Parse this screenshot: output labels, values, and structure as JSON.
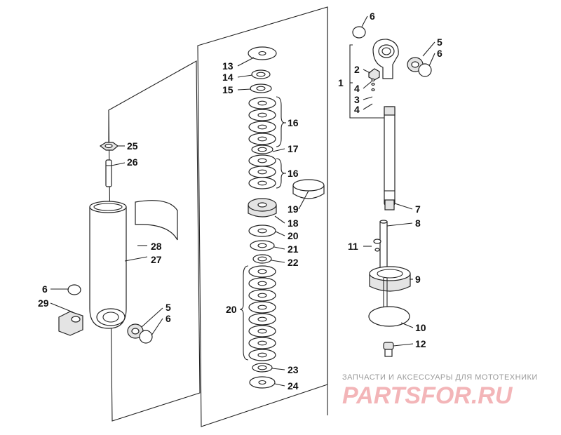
{
  "callouts": {
    "c1": "1",
    "c2": "2",
    "c3": "3",
    "c4a": "4",
    "c4b": "4",
    "c5a": "5",
    "c5b": "5",
    "c6a": "6",
    "c6b": "6",
    "c6c": "6",
    "c6d": "6",
    "c7": "7",
    "c8": "8",
    "c9": "9",
    "c10": "10",
    "c11": "11",
    "c12": "12",
    "c13": "13",
    "c14": "14",
    "c15": "15",
    "c16a": "16",
    "c16b": "16",
    "c17": "17",
    "c18": "18",
    "c19": "19",
    "c20a": "20",
    "c20b": "20",
    "c21": "21",
    "c22": "22",
    "c23": "23",
    "c24": "24",
    "c25": "25",
    "c26": "26",
    "c27": "27",
    "c28": "28",
    "c29": "29"
  },
  "watermark": {
    "caption": "ЗАПЧАСТИ И АКСЕССУАРЫ ДЛЯ МОТОТЕХНИКИ",
    "logo": "PARTSFOR.RU"
  },
  "colors": {
    "line": "#222222",
    "watermark_text": "#9a9a9a",
    "watermark_logo": "#f3b5b8"
  }
}
